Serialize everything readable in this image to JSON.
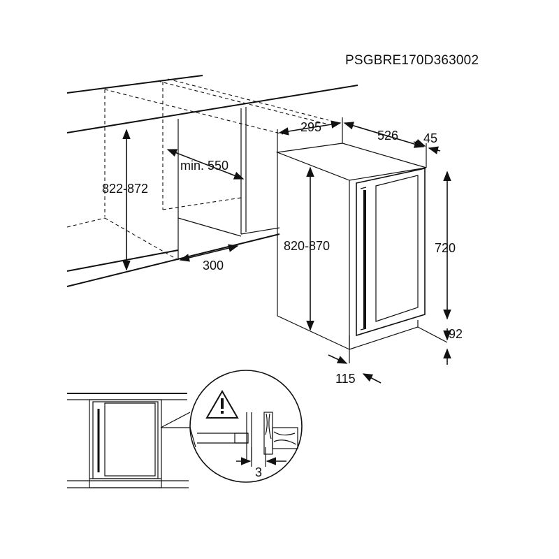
{
  "document_code": "PSGBRE170D363002",
  "dimensions": {
    "niche_height": "822-872",
    "min_width": "min. 550",
    "niche_depth": "300",
    "depth_top": "295",
    "depth": "526",
    "door_offset": "45",
    "appliance_height": "820-870",
    "door_height": "720",
    "plinth_height": "92",
    "plinth_depth": "115",
    "gap": "3"
  },
  "icons": {
    "warning": "warning-triangle-icon"
  }
}
